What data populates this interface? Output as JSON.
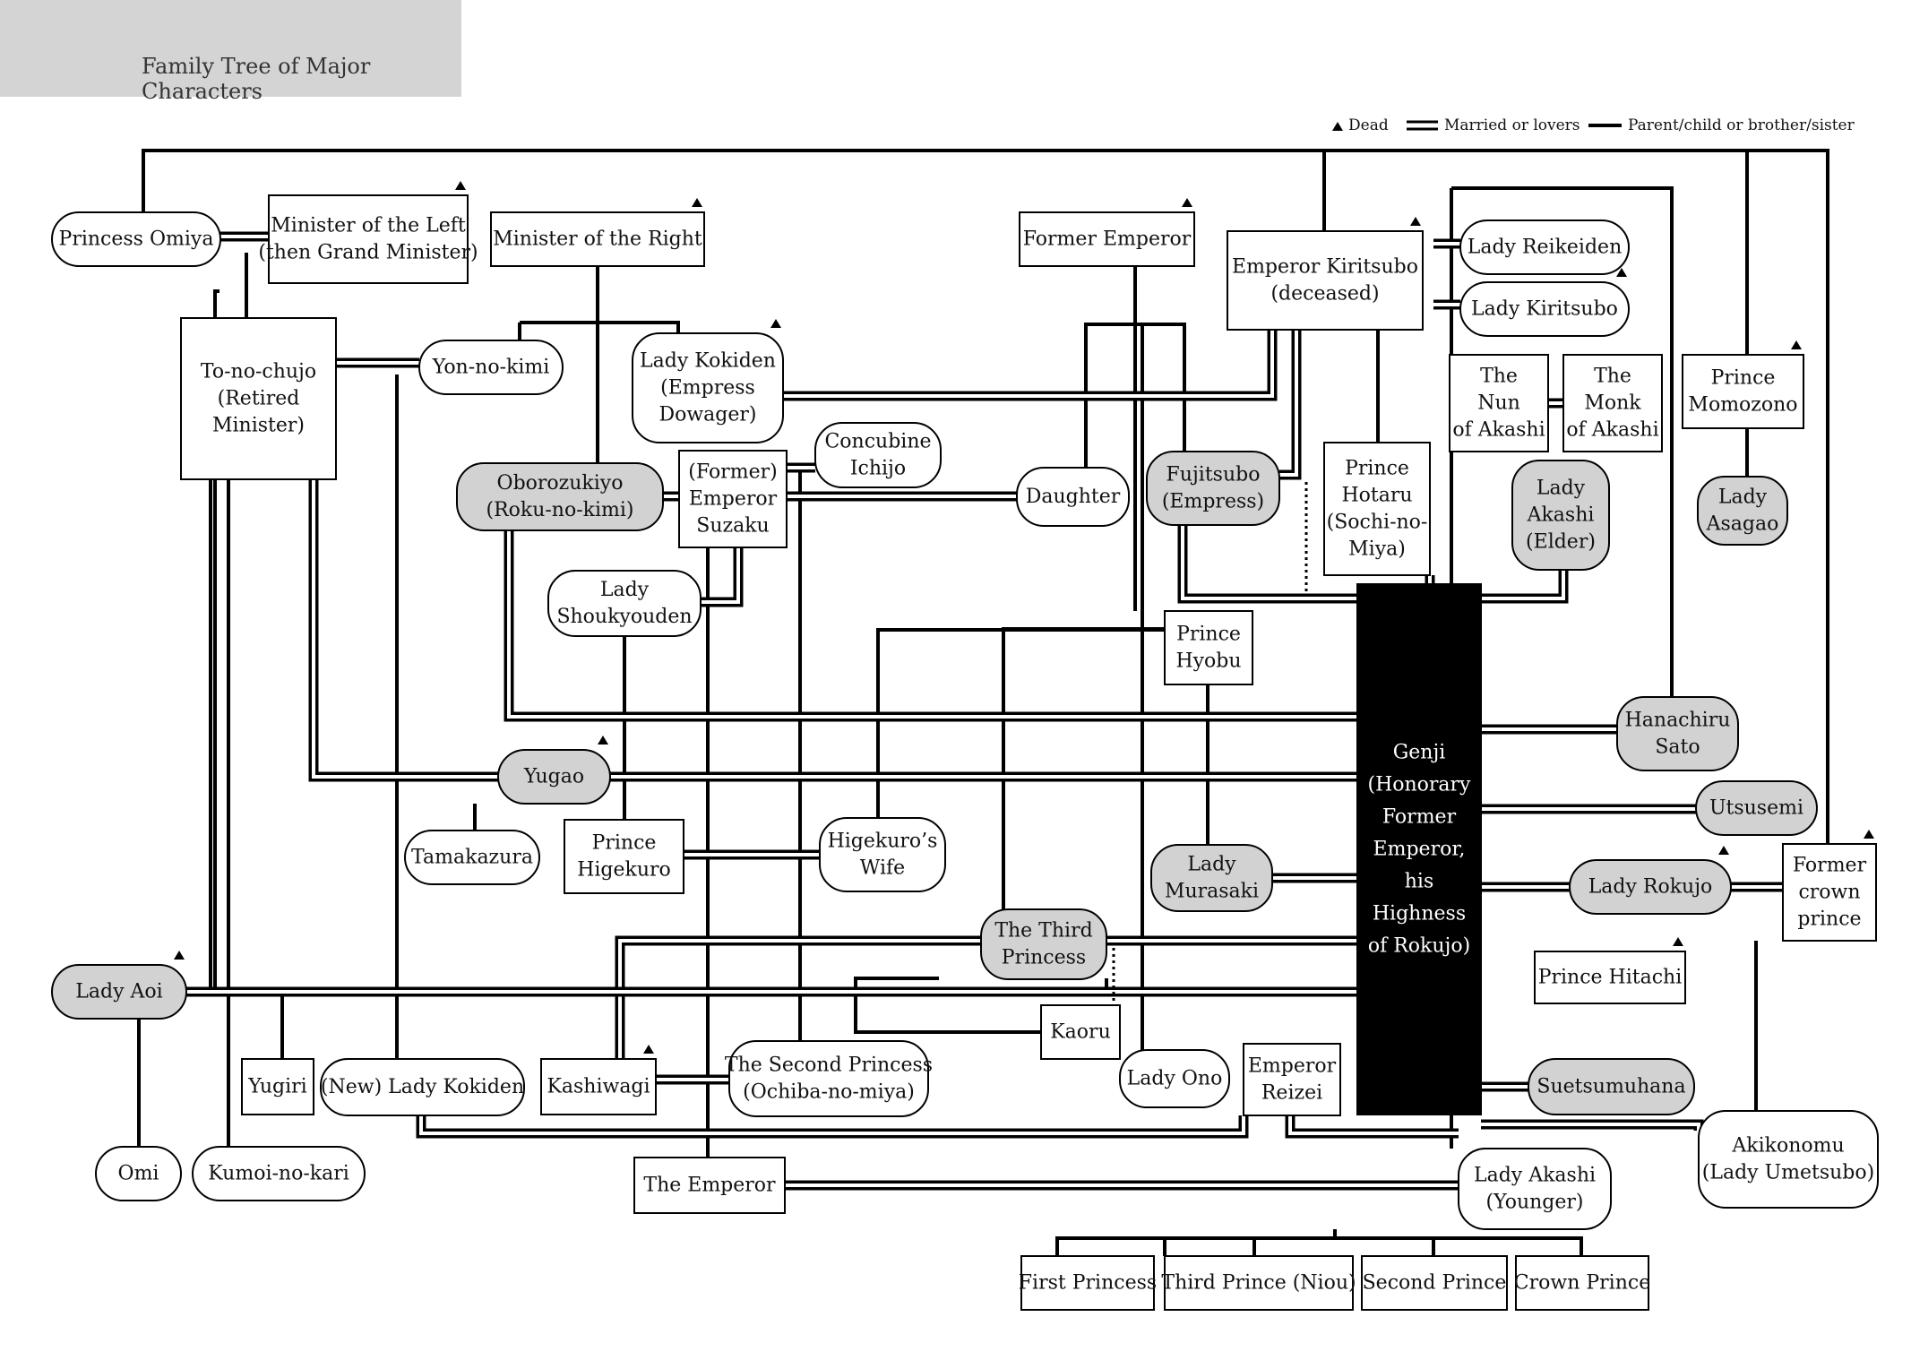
{
  "title": "Family Tree of Major Characters",
  "legend": {
    "dead": "Dead",
    "married": "Married or lovers",
    "parent": "Parent/child or brother/sister"
  },
  "colors": {
    "gray_fill": "#d2d2d2",
    "genji_fill": "#000000",
    "line": "#000000"
  },
  "nodes": [
    {
      "id": "omiya",
      "lines": [
        "Princess Omiya"
      ],
      "shape": "round",
      "fill": "white",
      "dead": false
    },
    {
      "id": "left-minister",
      "lines": [
        "Minister of the Left",
        "(then Grand Minister)"
      ],
      "shape": "rect",
      "fill": "white",
      "dead": true
    },
    {
      "id": "right-minister",
      "lines": [
        "Minister of the Right"
      ],
      "shape": "rect",
      "fill": "white",
      "dead": true
    },
    {
      "id": "former-emperor",
      "lines": [
        "Former Emperor"
      ],
      "shape": "rect",
      "fill": "white",
      "dead": true
    },
    {
      "id": "kiritsubo-emperor",
      "lines": [
        "Emperor Kiritsubo",
        "(deceased)"
      ],
      "shape": "rect",
      "fill": "white",
      "dead": true
    },
    {
      "id": "reikeiden",
      "lines": [
        "Lady Reikeiden"
      ],
      "shape": "round",
      "fill": "white",
      "dead": false
    },
    {
      "id": "lady-kiritsubo",
      "lines": [
        "Lady Kiritsubo"
      ],
      "shape": "round",
      "fill": "white",
      "dead": true
    },
    {
      "id": "to-no-chujo",
      "lines": [
        "To-no-chujo",
        "(Retired",
        "Minister)"
      ],
      "shape": "rect",
      "fill": "white",
      "dead": false
    },
    {
      "id": "yon-no-kimi",
      "lines": [
        "Yon-no-kimi"
      ],
      "shape": "round",
      "fill": "white",
      "dead": false
    },
    {
      "id": "kokiden",
      "lines": [
        "Lady Kokiden",
        "(Empress",
        "Dowager)"
      ],
      "shape": "round",
      "fill": "white",
      "dead": true
    },
    {
      "id": "nun-akashi",
      "lines": [
        "The",
        "Nun",
        "of Akashi"
      ],
      "shape": "rect",
      "fill": "white",
      "dead": false
    },
    {
      "id": "monk-akashi",
      "lines": [
        "The",
        "Monk",
        "of Akashi"
      ],
      "shape": "rect",
      "fill": "white",
      "dead": false
    },
    {
      "id": "momozono",
      "lines": [
        "Prince",
        "Momozono"
      ],
      "shape": "rect",
      "fill": "white",
      "dead": true
    },
    {
      "id": "oborozukiyo",
      "lines": [
        "Oborozukiyo",
        "(Roku-no-kimi)"
      ],
      "shape": "round",
      "fill": "gray",
      "dead": false
    },
    {
      "id": "suzaku",
      "lines": [
        "(Former)",
        "Emperor",
        "Suzaku"
      ],
      "shape": "rect",
      "fill": "white",
      "dead": false
    },
    {
      "id": "ichijo",
      "lines": [
        "Concubine",
        "Ichijo"
      ],
      "shape": "round",
      "fill": "white",
      "dead": false
    },
    {
      "id": "daughter",
      "lines": [
        "Daughter"
      ],
      "shape": "round",
      "fill": "white",
      "dead": false
    },
    {
      "id": "fujitsubo",
      "lines": [
        "Fujitsubo",
        "(Empress)"
      ],
      "shape": "round",
      "fill": "gray",
      "dead": false
    },
    {
      "id": "hotaru",
      "lines": [
        "Prince",
        "Hotaru",
        "(Sochi-no-",
        "Miya)"
      ],
      "shape": "rect",
      "fill": "white",
      "dead": false
    },
    {
      "id": "akashi-elder",
      "lines": [
        "Lady",
        "Akashi",
        "(Elder)"
      ],
      "shape": "round",
      "fill": "gray",
      "dead": false
    },
    {
      "id": "asagao",
      "lines": [
        "Lady",
        "Asagao"
      ],
      "shape": "round",
      "fill": "gray",
      "dead": false
    },
    {
      "id": "shoukyouden",
      "lines": [
        "Lady",
        "Shoukyouden"
      ],
      "shape": "round",
      "fill": "white",
      "dead": false
    },
    {
      "id": "hyobu",
      "lines": [
        "Prince",
        "Hyobu"
      ],
      "shape": "rect",
      "fill": "white",
      "dead": false
    },
    {
      "id": "genji",
      "lines": [
        "Genji",
        "(Honorary",
        "Former",
        "Emperor,",
        "his",
        "Highness",
        "of Rokujo)"
      ],
      "shape": "rect",
      "fill": "black",
      "dead": false
    },
    {
      "id": "hanachiru",
      "lines": [
        "Hanachiru",
        "Sato"
      ],
      "shape": "round",
      "fill": "gray",
      "dead": false
    },
    {
      "id": "yugao",
      "lines": [
        "Yugao"
      ],
      "shape": "round",
      "fill": "gray",
      "dead": true
    },
    {
      "id": "utsusemi",
      "lines": [
        "Utsusemi"
      ],
      "shape": "round",
      "fill": "gray",
      "dead": false
    },
    {
      "id": "tamakazura",
      "lines": [
        "Tamakazura"
      ],
      "shape": "round",
      "fill": "white",
      "dead": false
    },
    {
      "id": "higekuro",
      "lines": [
        "Prince",
        "Higekuro"
      ],
      "shape": "rect",
      "fill": "white",
      "dead": false
    },
    {
      "id": "higekuro-wife",
      "lines": [
        "Higekuro’s",
        "Wife"
      ],
      "shape": "round",
      "fill": "white",
      "dead": false
    },
    {
      "id": "murasaki",
      "lines": [
        "Lady",
        "Murasaki"
      ],
      "shape": "round",
      "fill": "gray",
      "dead": false
    },
    {
      "id": "rokujo",
      "lines": [
        "Lady Rokujo"
      ],
      "shape": "round",
      "fill": "gray",
      "dead": true
    },
    {
      "id": "former-crown-prince",
      "lines": [
        "Former",
        "crown",
        "prince"
      ],
      "shape": "rect",
      "fill": "white",
      "dead": true
    },
    {
      "id": "third-princess",
      "lines": [
        "The Third",
        "Princess"
      ],
      "shape": "round",
      "fill": "gray",
      "dead": false
    },
    {
      "id": "hitachi",
      "lines": [
        "Prince Hitachi"
      ],
      "shape": "rect",
      "fill": "white",
      "dead": true
    },
    {
      "id": "aoi",
      "lines": [
        "Lady Aoi"
      ],
      "shape": "round",
      "fill": "gray",
      "dead": true
    },
    {
      "id": "kaoru",
      "lines": [
        "Kaoru"
      ],
      "shape": "rect",
      "fill": "white",
      "dead": false
    },
    {
      "id": "yugiri",
      "lines": [
        "Yugiri"
      ],
      "shape": "rect",
      "fill": "white",
      "dead": false
    },
    {
      "id": "new-kokiden",
      "lines": [
        "(New) Lady Kokiden"
      ],
      "shape": "round",
      "fill": "white",
      "dead": false
    },
    {
      "id": "kashiwagi",
      "lines": [
        "Kashiwagi"
      ],
      "shape": "rect",
      "fill": "white",
      "dead": true
    },
    {
      "id": "second-princess",
      "lines": [
        "The Second Princess",
        "(Ochiba-no-miya)"
      ],
      "shape": "round",
      "fill": "white",
      "dead": false
    },
    {
      "id": "lady-ono",
      "lines": [
        "Lady Ono"
      ],
      "shape": "round",
      "fill": "white",
      "dead": false
    },
    {
      "id": "reizei",
      "lines": [
        "Emperor",
        "Reizei"
      ],
      "shape": "rect",
      "fill": "white",
      "dead": false
    },
    {
      "id": "suetsumuhana",
      "lines": [
        "Suetsumuhana"
      ],
      "shape": "round",
      "fill": "gray",
      "dead": false
    },
    {
      "id": "omi",
      "lines": [
        "Omi"
      ],
      "shape": "round",
      "fill": "white",
      "dead": false
    },
    {
      "id": "kumoi",
      "lines": [
        "Kumoi-no-kari"
      ],
      "shape": "round",
      "fill": "white",
      "dead": false
    },
    {
      "id": "the-emperor",
      "lines": [
        "The Emperor"
      ],
      "shape": "rect",
      "fill": "white",
      "dead": false
    },
    {
      "id": "akashi-younger",
      "lines": [
        "Lady Akashi",
        "(Younger)"
      ],
      "shape": "round",
      "fill": "white",
      "dead": false
    },
    {
      "id": "akikonomu",
      "lines": [
        "Akikonomu",
        "(Lady Umetsubo)"
      ],
      "shape": "round",
      "fill": "white",
      "dead": false
    },
    {
      "id": "first-princess",
      "lines": [
        "First Princess"
      ],
      "shape": "rect",
      "fill": "white",
      "dead": false
    },
    {
      "id": "third-prince",
      "lines": [
        "Third Prince (Niou)"
      ],
      "shape": "rect",
      "fill": "white",
      "dead": false
    },
    {
      "id": "second-prince",
      "lines": [
        "Second Prince"
      ],
      "shape": "rect",
      "fill": "white",
      "dead": false
    },
    {
      "id": "crown-prince",
      "lines": [
        "Crown Prince"
      ],
      "shape": "rect",
      "fill": "white",
      "dead": false
    }
  ]
}
